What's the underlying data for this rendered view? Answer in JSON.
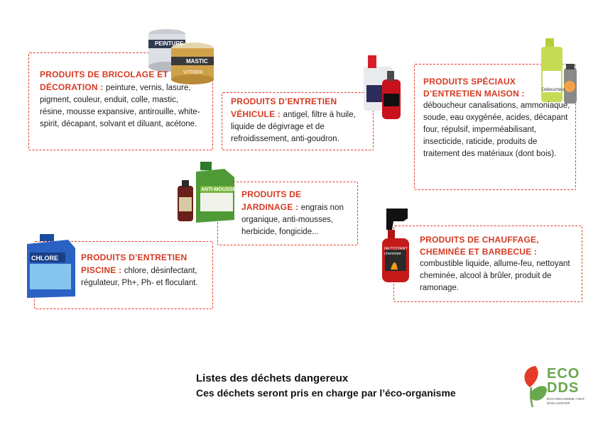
{
  "sections": [
    {
      "heading": "PRODUITS DE BRICOLAGE ET DÉCORATION :",
      "body": "peinture, vernis, lasure, pigment, couleur, enduit, colle, mastic, résine, mousse expansive, antirouille, white-spirit, décapant, solvant et diluant, acétone."
    },
    {
      "heading": "PRODUITS D’ENTRETIEN VÉHICULE :",
      "body": "antigel, filtre à huile, liquide de dégivrage et de refroidissement, anti-goudron."
    },
    {
      "heading": "PRODUITS SPÉCIAUX D’ENTRETIEN MAISON :",
      "body": "déboucheur canalisations, ammoniaque, soude, eau oxygénée, acides, décapant four, répulsif, imperméabilisant, insecticide, raticide, produits de traitement des matériaux (dont bois)."
    },
    {
      "heading": "PRODUITS DE JARDINAGE :",
      "body": "engrais non organique, anti-mousses, herbicide, fongicide..."
    },
    {
      "heading": "PRODUITS D’ENTRETIEN PISCINE :",
      "body": "chlore, désinfectant, régulateur, Ph+, Ph- et floculant."
    },
    {
      "heading": "PRODUITS DE CHAUFFAGE, CHEMINÉE ET BARBECUE :",
      "body": "combustible liquide, allume-feu, nettoyant cheminée, alcool à brûler, produit de ramonage."
    }
  ],
  "product_labels": {
    "peinture": "PEINTURE",
    "mastic": "MASTIC",
    "vitrier": "VITRIER",
    "chlore": "CHLORE",
    "anti_mousses": "ANTI-MOUSSES",
    "nettoyant": "NETTOYANT cheminée",
    "deboucheur": "Déboucheur"
  },
  "footer": {
    "line1": "Listes des déchets dangereux",
    "line2": "Ces déchets seront pris en charge par l’éco-organisme"
  },
  "logo": {
    "eco": "ECO",
    "dds": "DDS",
    "tagline": "ÉCO-ORGANISME À BUT NON LUCRATIF"
  },
  "colors": {
    "accent_red": "#e53b2a",
    "logo_green": "#6aa84f",
    "logo_red": "#e53b2a"
  }
}
